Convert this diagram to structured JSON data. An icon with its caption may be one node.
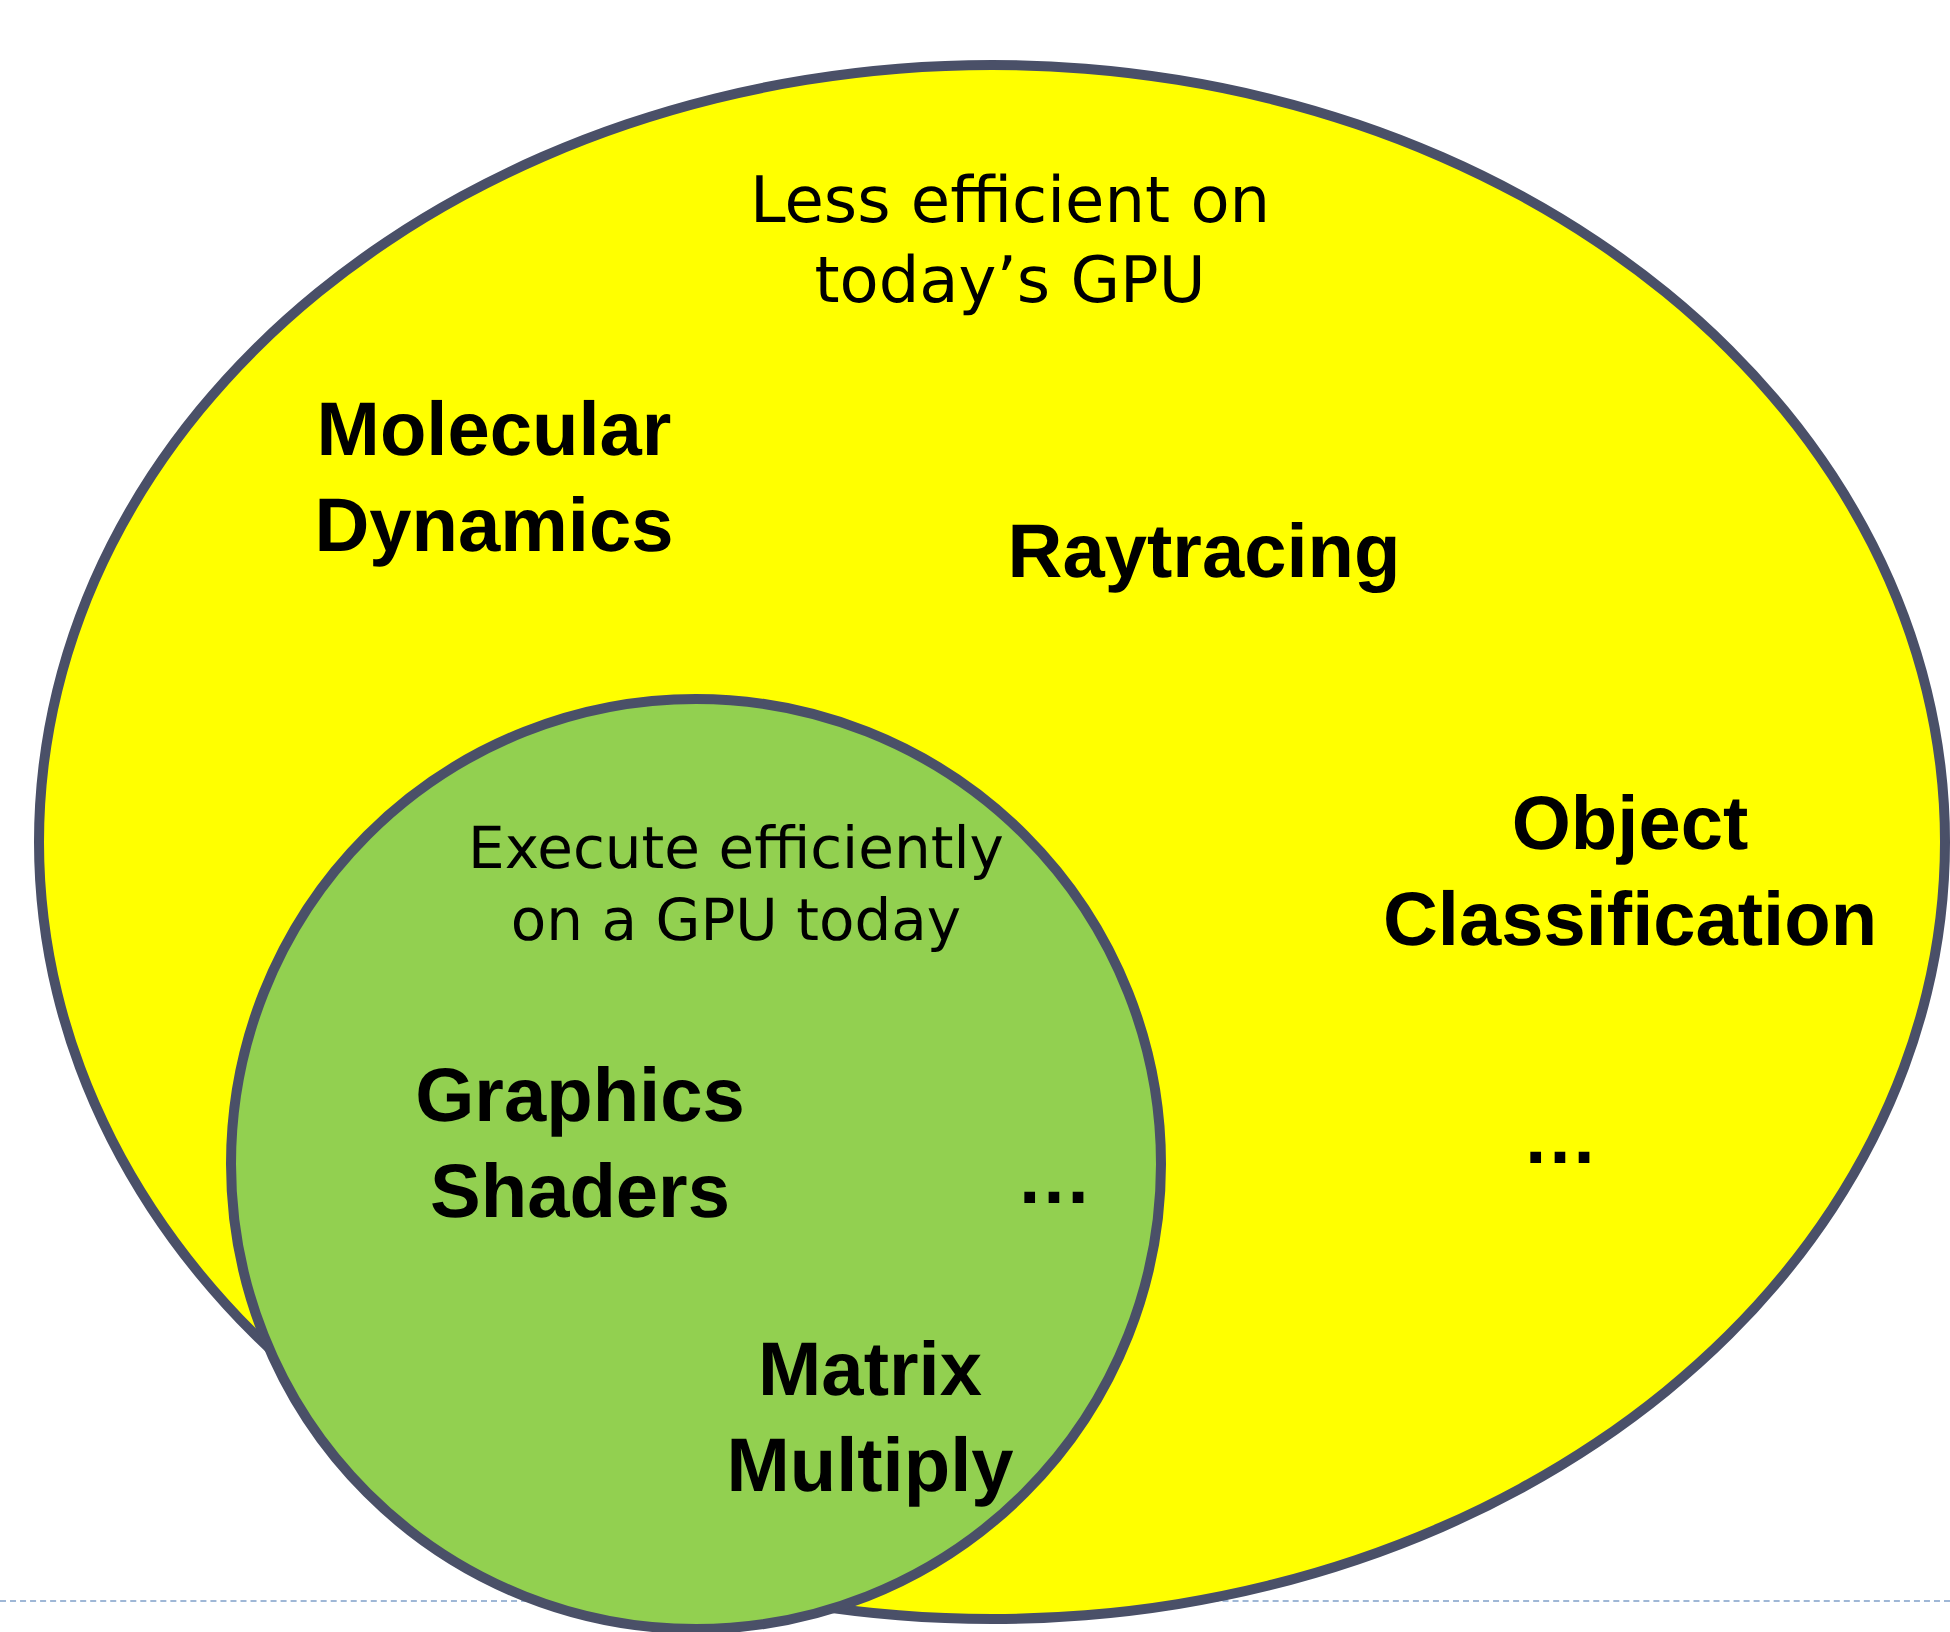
{
  "diagram": {
    "nodes": [
      {
        "text": [
          "Less efficient on today’s GPU",
          "Molecular Dynamics",
          "Raytracing",
          "Object Classification",
          "…"
        ]
      },
      {
        "text": [
          "Execute efficiently on a GPU today",
          "Graphics Shaders",
          "…",
          "Matrix Multiply"
        ],
        "in": 0
      }
    ]
  }
}
